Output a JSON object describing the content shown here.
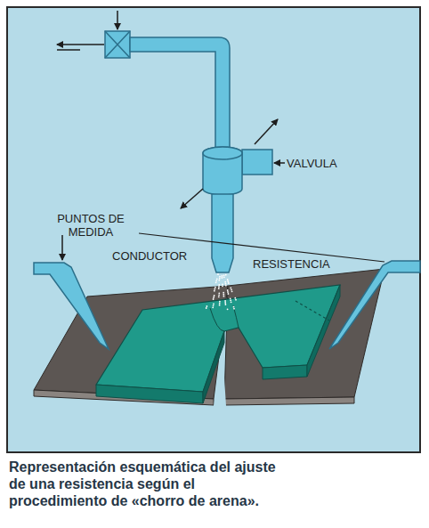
{
  "diagram": {
    "caption": "Representación esquemática del ajuste de una resistencia según el procedimiento de «chorro de arena».",
    "labels": [
      "VALVULA",
      "PUNTOS DE MEDIDA",
      "CONDUCTOR",
      "RESISTENCIA"
    ]
  }
}
